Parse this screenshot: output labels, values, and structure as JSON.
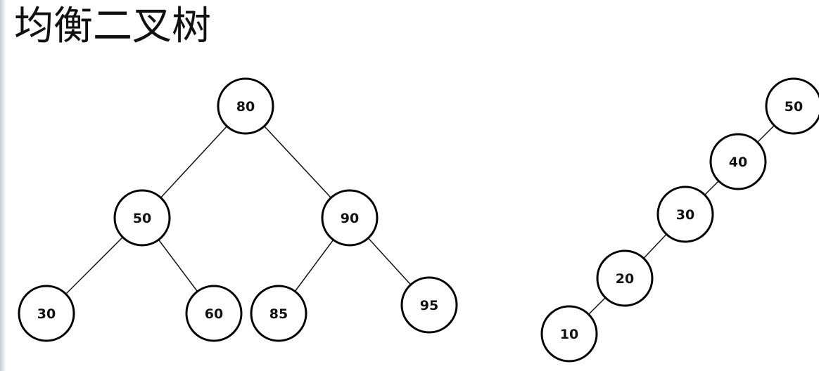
{
  "title": "均衡二叉树",
  "trees": [
    {
      "nodes": [
        {
          "id": "b80",
          "label": "80"
        },
        {
          "id": "b50",
          "label": "50"
        },
        {
          "id": "b90",
          "label": "90"
        },
        {
          "id": "b30",
          "label": "30"
        },
        {
          "id": "b60",
          "label": "60"
        },
        {
          "id": "b85",
          "label": "85"
        },
        {
          "id": "b95",
          "label": "95"
        }
      ],
      "edges": [
        [
          "b80",
          "b50"
        ],
        [
          "b80",
          "b90"
        ],
        [
          "b50",
          "b30"
        ],
        [
          "b50",
          "b60"
        ],
        [
          "b90",
          "b85"
        ],
        [
          "b90",
          "b95"
        ]
      ]
    },
    {
      "nodes": [
        {
          "id": "c50",
          "label": "50"
        },
        {
          "id": "c40",
          "label": "40"
        },
        {
          "id": "c30",
          "label": "30"
        },
        {
          "id": "c20",
          "label": "20"
        },
        {
          "id": "c10",
          "label": "10"
        }
      ],
      "edges": [
        [
          "c50",
          "c40"
        ],
        [
          "c40",
          "c30"
        ],
        [
          "c30",
          "c20"
        ],
        [
          "c20",
          "c10"
        ]
      ]
    }
  ]
}
